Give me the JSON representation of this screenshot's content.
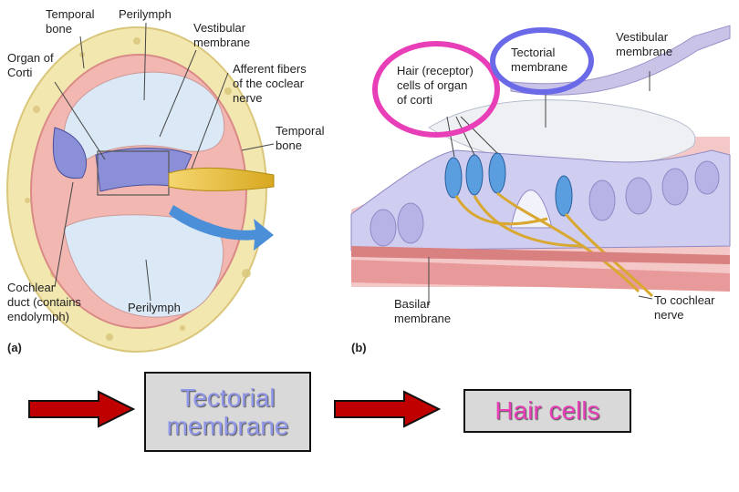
{
  "panel_a": {
    "label": "(a)",
    "labels": {
      "temporal_bone_top": [
        "Temporal",
        "bone"
      ],
      "perilymph_top": "Perilymph",
      "vestibular_membrane": [
        "Vestibular",
        "membrane"
      ],
      "organ_of_corti": [
        "Organ of",
        "Corti"
      ],
      "afferent_fibers": [
        "Afferent fibers",
        "of the coclear",
        "nerve"
      ],
      "temporal_bone_right": [
        "Temporal",
        "bone"
      ],
      "cochlear_duct": [
        "Cochlear",
        "duct (contains",
        "endolymph)"
      ],
      "perilymph_bottom": "Perilymph"
    }
  },
  "panel_b": {
    "label": "(b)",
    "labels": {
      "hair_cells": [
        "Hair (receptor)",
        "cells of organ",
        "of corti"
      ],
      "tectorial_membrane": [
        "Tectorial",
        "membrane"
      ],
      "vestibular_membrane": [
        "Vestibular",
        "membrane"
      ],
      "basilar_membrane": [
        "Basilar",
        "membrane"
      ],
      "to_cochlear_nerve": [
        "To cochlear",
        "nerve"
      ]
    },
    "highlight_colors": {
      "hair_cells_circle": "#e83fb8",
      "tectorial_circle": "#6a6ae8"
    }
  },
  "flow": {
    "box1": [
      "Tectorial",
      "membrane"
    ],
    "box2": "Hair cells",
    "colors": {
      "arrow": "#c00000",
      "box_fill": "#d9d9d9",
      "box1_text": "#8f95e8",
      "box2_text": "#e83fb8"
    }
  }
}
